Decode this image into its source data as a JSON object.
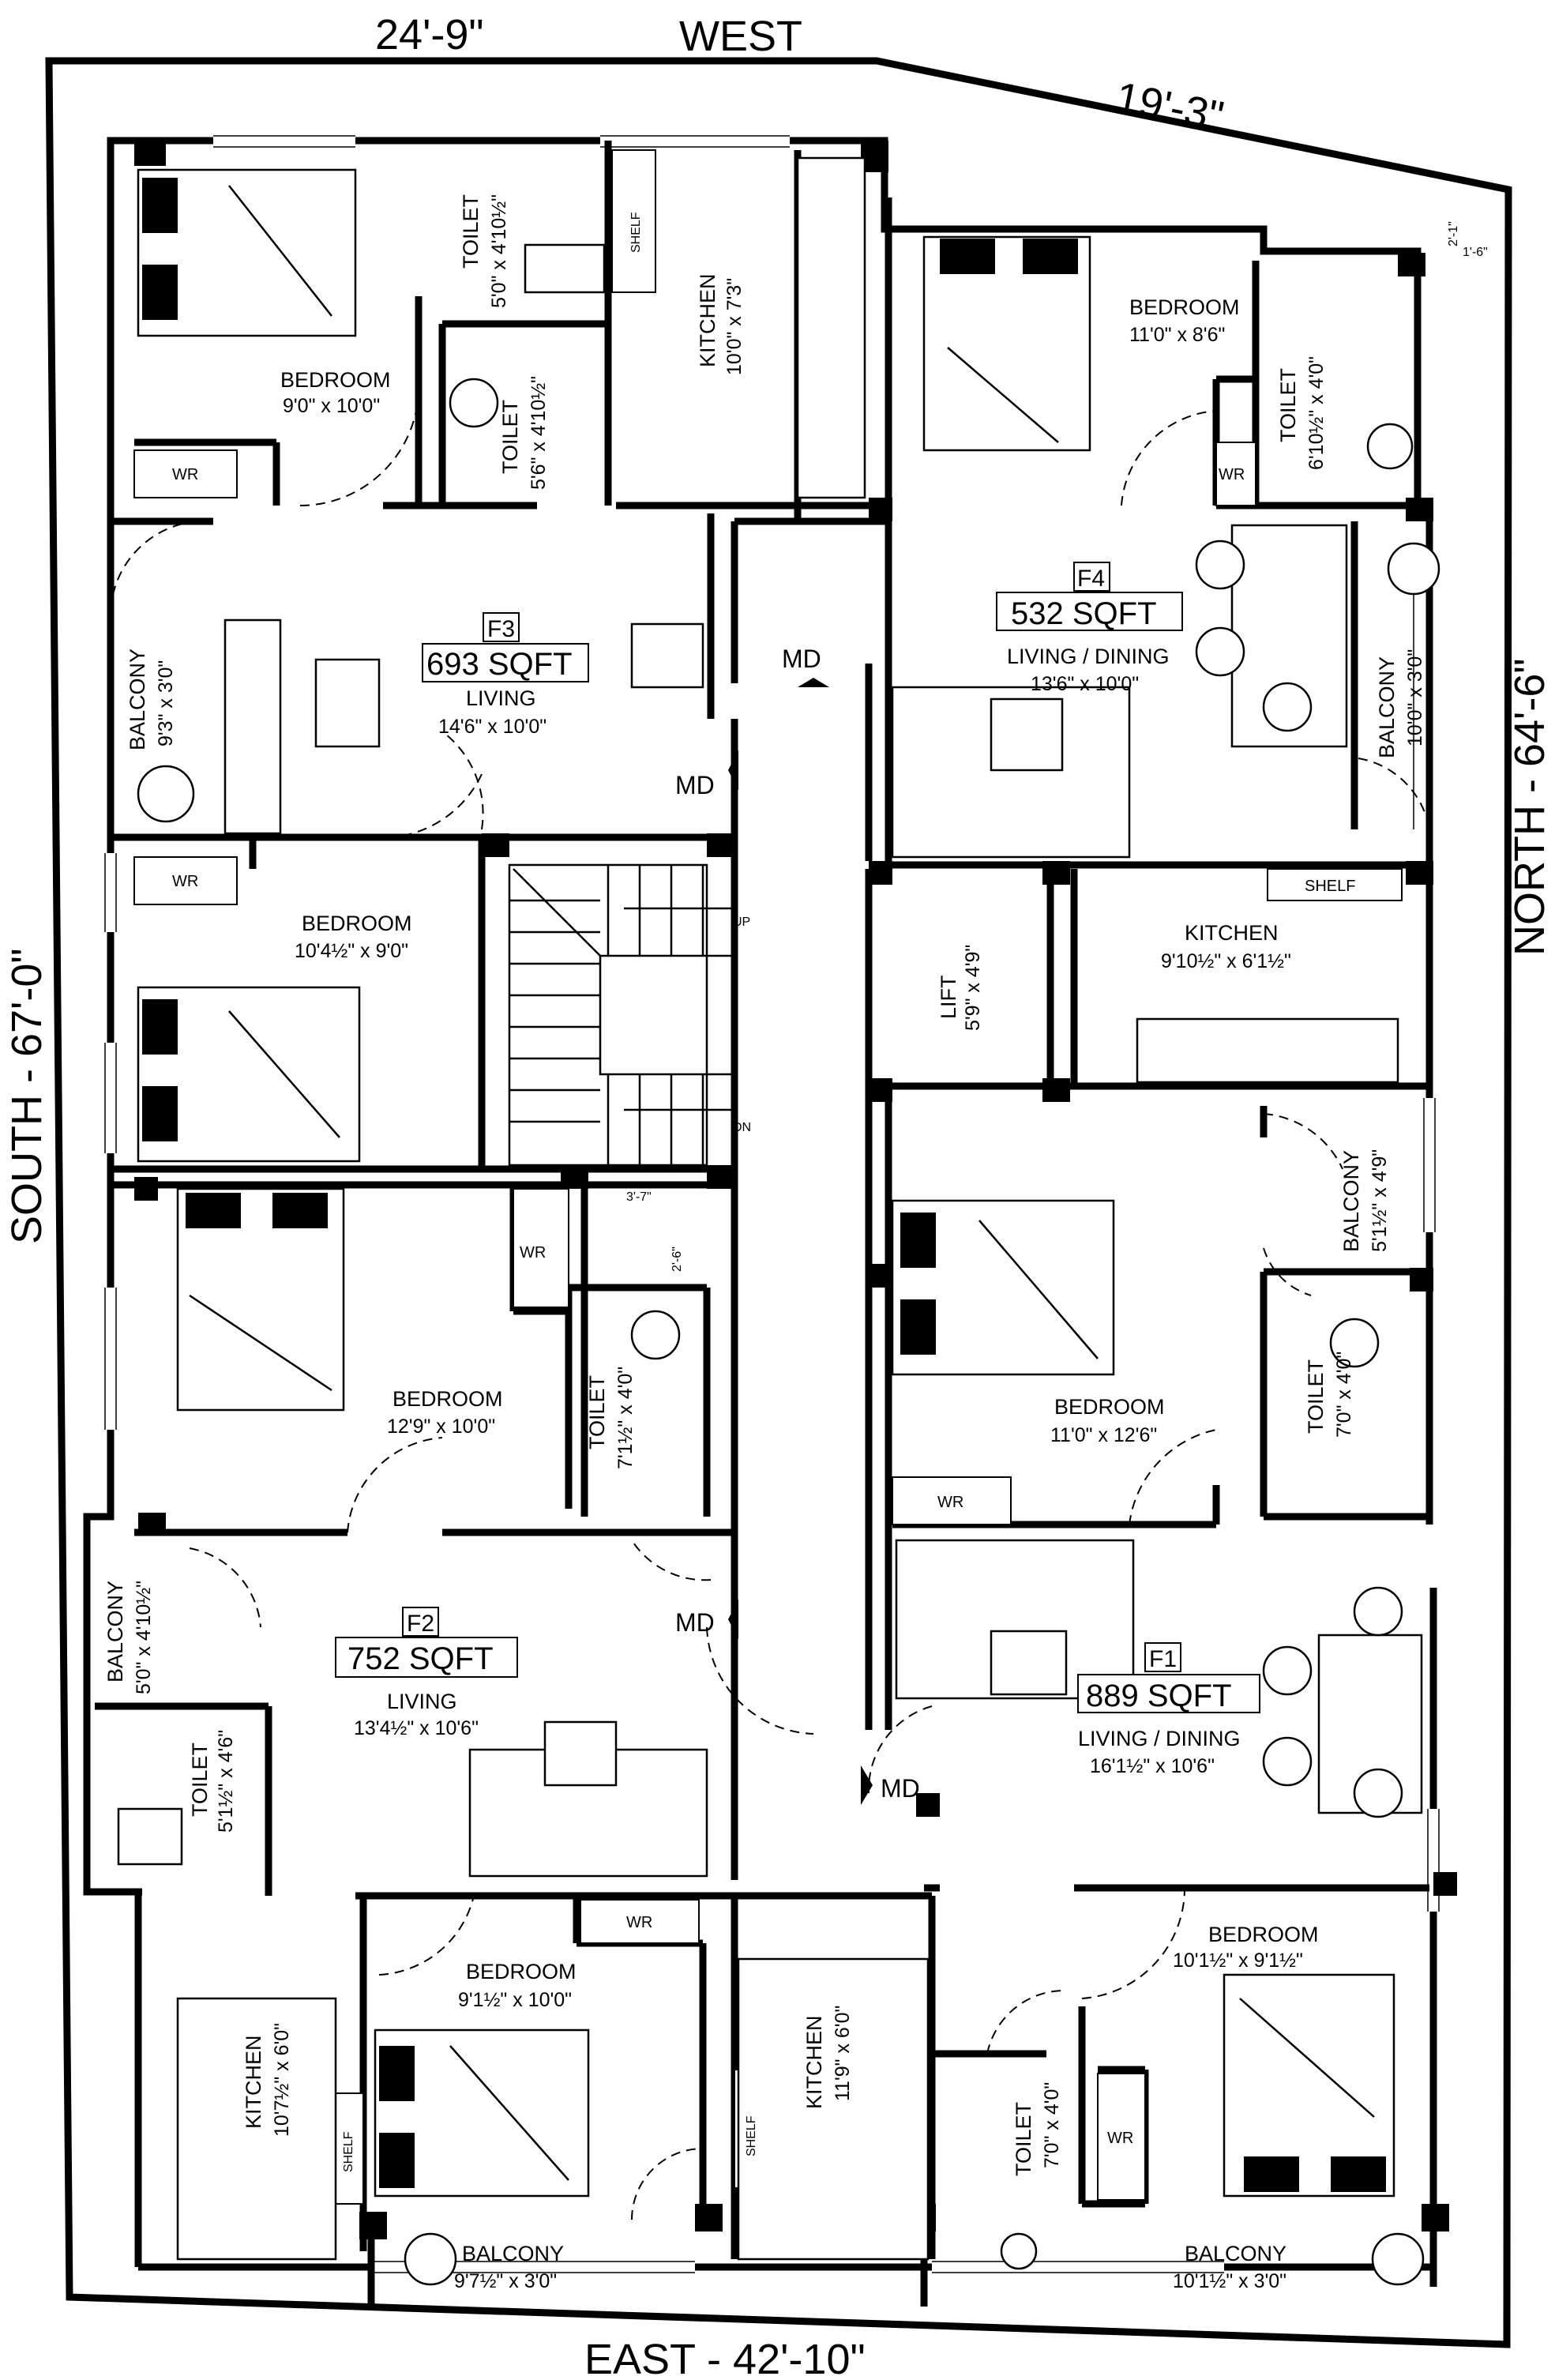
{
  "plan": {
    "exterior_dims": {
      "west_side_a": "24'-9\"",
      "west_title": "WEST",
      "west_side_b": "19'-3\"",
      "south": "SOUTH - 67'-0\"",
      "north": "NORTH - 64'-6\"",
      "east": "EAST - 42'-10\"",
      "corner_a": "2'-1\"",
      "corner_b": "1'-6\""
    },
    "flats": {
      "f1": {
        "tag": "F1",
        "area": "889 SQFT"
      },
      "f2": {
        "tag": "F2",
        "area": "752 SQFT"
      },
      "f3": {
        "tag": "F3",
        "area": "693 SQFT"
      },
      "f4": {
        "tag": "F4",
        "area": "532 SQFT"
      }
    },
    "rooms": {
      "f3_bed1": {
        "name": "BEDROOM",
        "dim": "9'0\" x 10'0\""
      },
      "f3_toilet1": {
        "name": "TOILET",
        "dim": "5'0\" x 4'10½\""
      },
      "f3_toilet2": {
        "name": "TOILET",
        "dim": "5'6\" x 4'10½\""
      },
      "f3_kitchen": {
        "name": "KITCHEN",
        "dim": "10'0\" x 7'3\""
      },
      "f3_balcony": {
        "name": "BALCONY",
        "dim": "9'3\" x 3'0\""
      },
      "f3_living": {
        "name": "LIVING",
        "dim": "14'6\" x 10'0\""
      },
      "f3_bed2": {
        "name": "BEDROOM",
        "dim": "10'4½\" x 9'0\""
      },
      "f4_bed": {
        "name": "BEDROOM",
        "dim": "11'0\" x 8'6\""
      },
      "f4_toilet": {
        "name": "TOILET",
        "dim": "6'10½\" x 4'0\""
      },
      "f4_living": {
        "name": "LIVING / DINING",
        "dim": "13'6\" x 10'0\""
      },
      "f4_balcony": {
        "name": "BALCONY",
        "dim": "10'0\" x 3'0\""
      },
      "f4_kitchen": {
        "name": "KITCHEN",
        "dim": "9'10½\" x 6'1½\""
      },
      "lift": {
        "name": "LIFT",
        "dim": "5'9\" x 4'9\""
      },
      "f2_bed1": {
        "name": "BEDROOM",
        "dim": "12'9\" x 10'0\""
      },
      "f2_toilet1": {
        "name": "TOILET",
        "dim": "7'1½\" x 4'0\""
      },
      "f2_balcony1": {
        "name": "BALCONY",
        "dim": "5'0\" x 4'10½\""
      },
      "f2_living": {
        "name": "LIVING",
        "dim": "13'4½\" x 10'6\""
      },
      "f2_toilet2": {
        "name": "TOILET",
        "dim": "5'1½\" x 4'6\""
      },
      "f2_kitchen": {
        "name": "KITCHEN",
        "dim": "10'7½\" x 6'0\""
      },
      "f2_bed2": {
        "name": "BEDROOM",
        "dim": "9'1½\" x 10'0\""
      },
      "f2_balcony2": {
        "name": "BALCONY",
        "dim": "9'7½\" x 3'0\""
      },
      "f1_balcony1": {
        "name": "BALCONY",
        "dim": "5'1½\" x 4'9\""
      },
      "f1_bed1": {
        "name": "BEDROOM",
        "dim": "11'0\" x 12'6\""
      },
      "f1_toilet1": {
        "name": "TOILET",
        "dim": "7'0\" x 4'0\""
      },
      "f1_living": {
        "name": "LIVING / DINING",
        "dim": "16'1½\" x 10'6\""
      },
      "f1_bed2": {
        "name": "BEDROOM",
        "dim": "10'1½\" x 9'1½\""
      },
      "f1_kitchen": {
        "name": "KITCHEN",
        "dim": "11'9\" x 6'0\""
      },
      "f1_toilet2": {
        "name": "TOILET",
        "dim": "7'0\" x 4'0\""
      },
      "f1_balcony2": {
        "name": "BALCONY",
        "dim": "10'1½\" x 3'0\""
      }
    },
    "labels": {
      "wr": "WR",
      "shelf": "SHELF",
      "md": "MD",
      "up": "UP",
      "dn": "DN",
      "stair_w": "3'-7\"",
      "stair_h": "2'-6\""
    }
  }
}
